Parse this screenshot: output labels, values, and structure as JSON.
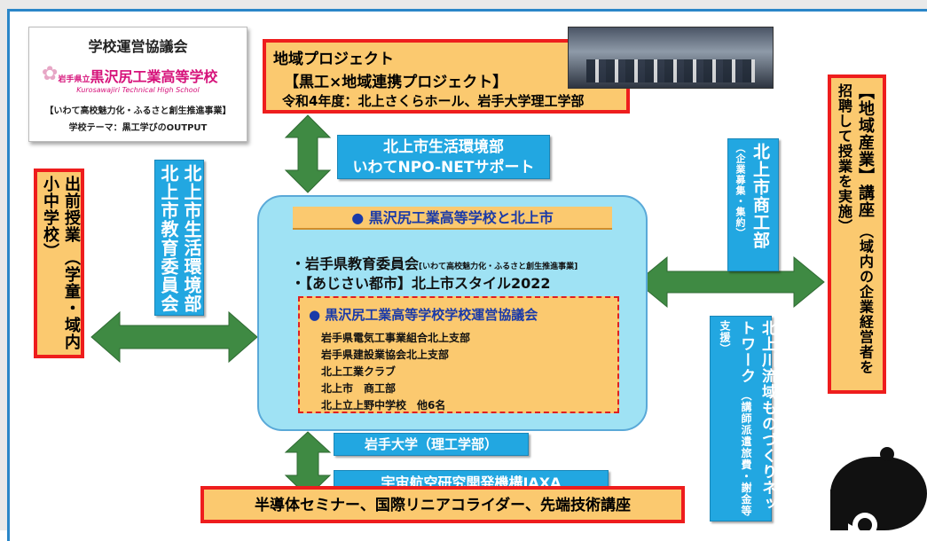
{
  "council": {
    "title": "学校運営協議会",
    "school_prefix": "岩手県立",
    "school_name": "黒沢尻工業高等学校",
    "school_en": "Kurosawajiri Technical High School",
    "project": "【いわて高校魅力化・ふるさと創生推進事業】",
    "theme": "学校テーマ：黒工学びのOUTPUT"
  },
  "regional_project": {
    "title": "地域プロジェクト",
    "subtitle": "【黒工×地域連携プロジェクト】",
    "detail": "令和4年度：北上さくらホール、岩手大学理工学部"
  },
  "environment_dept": {
    "line1": "北上市生活環境部",
    "line2": "いわてNPO-NETサポート"
  },
  "left_vertical": {
    "text": "北上市生活環境部\n北上市教育委員会"
  },
  "outreach": {
    "title": "出前授業",
    "sub": "（学童・域内小中学校）"
  },
  "commerce": {
    "title": "北上市商工部",
    "sub": "（企業募集・集約）"
  },
  "industry_lecture": {
    "title": "【地域産業】講座",
    "sub": "（域内の企業経営者を招聘して授業を実施）"
  },
  "network": {
    "title": "北上川流域ものづくりネットワーク",
    "sub": "（講師派遣旅費・謝金等支援）"
  },
  "center": {
    "header": "● 黒沢尻工業高等学校と北上市",
    "line1": "・岩手県教育委員会",
    "line1_small": "[いわて高校魅力化・ふるさと創生推進事業]",
    "line2": "・【あじさい都市】北上市スタイル2022",
    "inner_header": "● 黒沢尻工業高等学校学校運営協議会",
    "members": [
      "岩手県電気工事業組合北上支部",
      "岩手県建設業協会北上支部",
      "北上工業クラブ",
      "北上市　商工部",
      "北上立上野中学校　他6名"
    ]
  },
  "iwate_univ": "岩手大学（理工学部）",
  "jaxa": "宇宙航空研究開発機構JAXA",
  "seminar": "半導体セミナー、国際リニアコライダー、先端技術講座",
  "colors": {
    "orange": "#fbc96f",
    "red_border": "#ee1d1d",
    "blue_box": "#22a7e1",
    "arrow_green": "#3f8a43",
    "center_fill": "#9fe2f4",
    "header_text": "#1a3aa8"
  }
}
